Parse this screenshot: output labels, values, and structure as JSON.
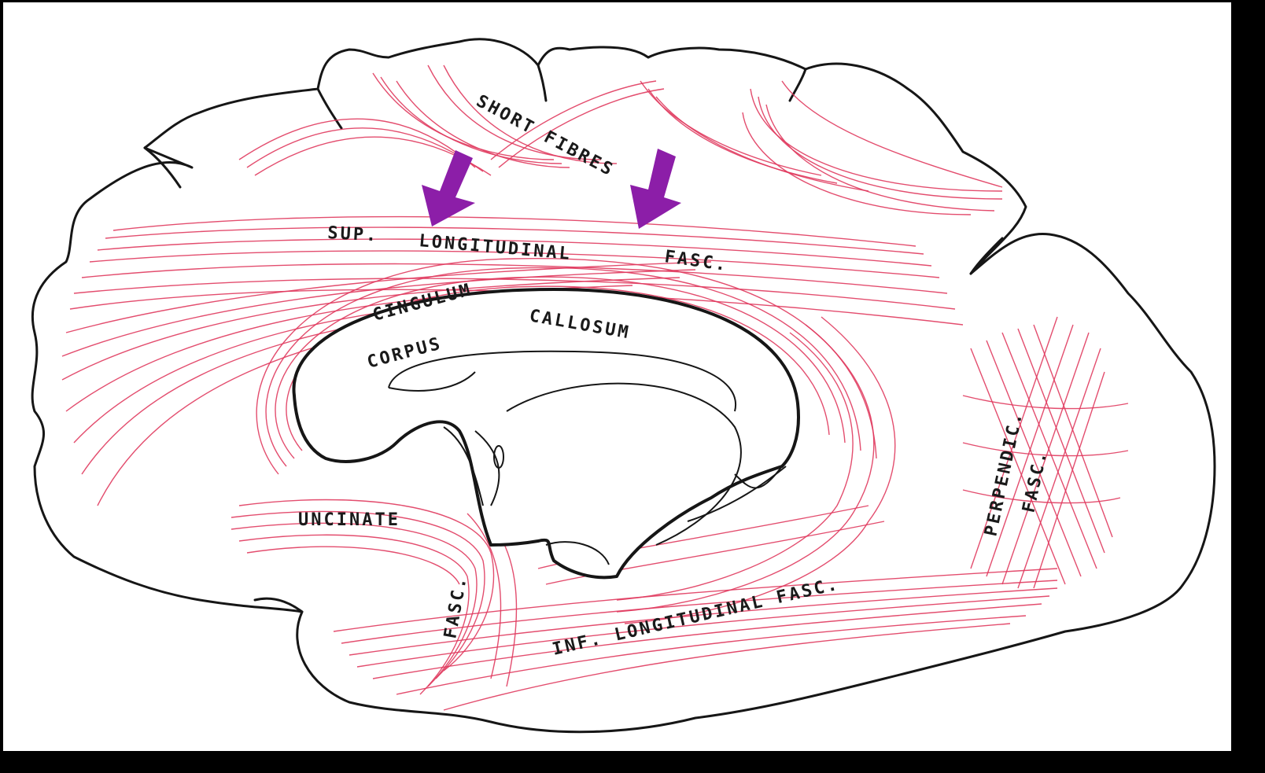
{
  "labels": {
    "short_fibres": "SHORT FIBRES",
    "sup_longitudinal_fasc_1": "SUP.",
    "sup_longitudinal_fasc_2": "LONGITUDINAL",
    "sup_longitudinal_fasc_3": "FASC.",
    "cingulum": "CINGULUM",
    "corpus": "CORPUS",
    "callosum": "CALLOSUM",
    "uncinate": "UNCINATE",
    "fasc_vertical": "FASC.",
    "inf_longitudinal_fasc": "INF. LONGITUDINAL FASC.",
    "perpendic": "PERPENDIC.",
    "perpendic_fasc": "FASC."
  },
  "colors": {
    "fibres": "#e03a5e",
    "outline": "#161616",
    "arrows": "#8c1ea8",
    "background": "#ffffff"
  }
}
